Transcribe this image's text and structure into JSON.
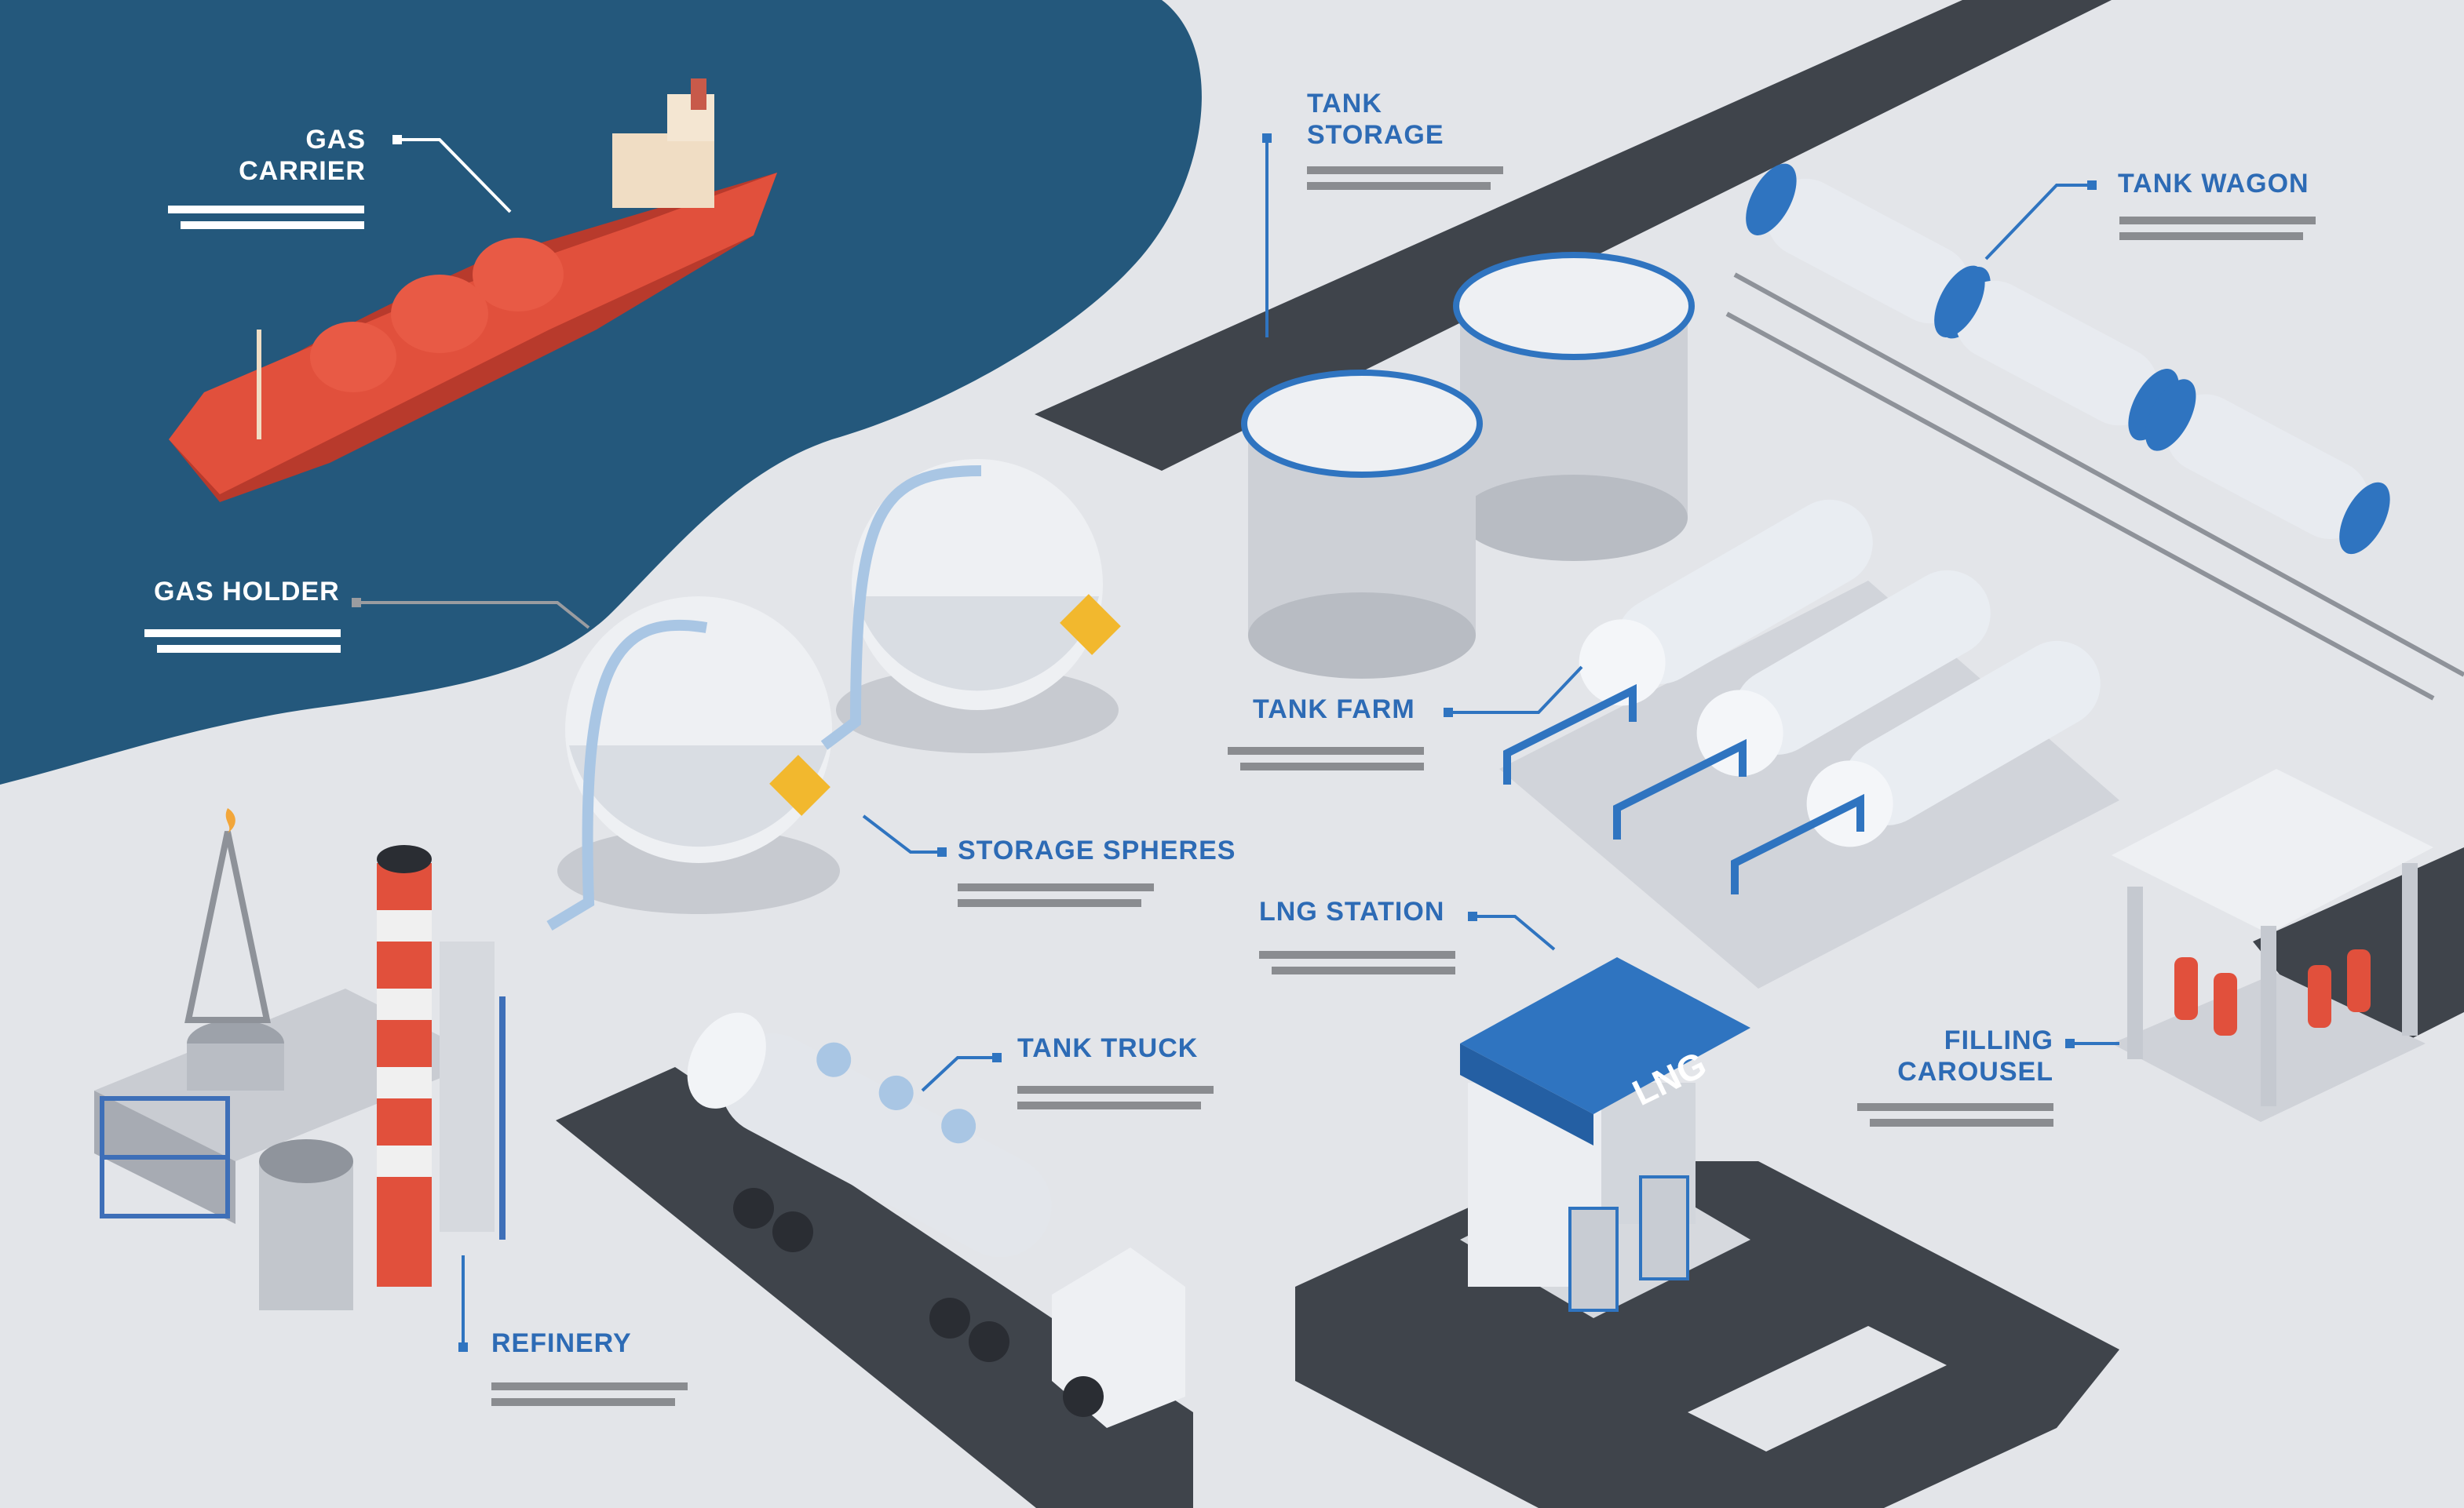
{
  "palette": {
    "background": "#e3e5e9",
    "sea": "#24587c",
    "road": "#3f444b",
    "accent_blue": "#2f74c0",
    "label_blue": "#2d6bb5",
    "tank_white": "#dfe3ea",
    "ship_red": "#e1503c",
    "placeholder_gray": "#8a8c90"
  },
  "labels": {
    "gas_carrier": "GAS\nCARRIER",
    "gas_holder": "GAS HOLDER",
    "tank_storage": "TANK\nSTORAGE",
    "tank_wagon": "TANK WAGON",
    "tank_farm": "TANK FARM",
    "storage_spheres": "STORAGE SPHERES",
    "lng_station": "LNG STATION",
    "filling_carousel": "FILLING\nCAROUSEL",
    "tank_truck": "TANK TRUCK",
    "refinery": "REFINERY"
  },
  "station_sign": "LNG",
  "icons": {
    "flammable": "flammable-warning-icon"
  }
}
